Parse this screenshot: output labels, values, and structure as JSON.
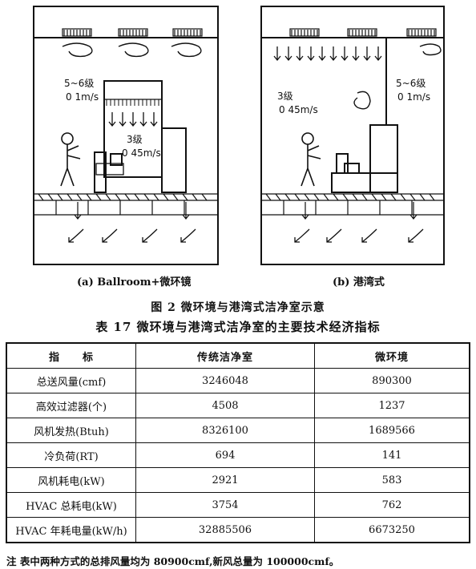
{
  "figure": {
    "panel_a": {
      "zone1_level": "5~6级",
      "zone1_speed": "0 1m/s",
      "zone2_level": "3级",
      "zone2_speed": "0 45m/s",
      "caption": "(a) Ballroom+微环镜"
    },
    "panel_b": {
      "zone1_level": "3级",
      "zone1_speed": "0 45m/s",
      "zone2_level": "5~6级",
      "zone2_speed": "0 1m/s",
      "caption": "(b) 港湾式"
    },
    "caption": "图 2   微环境与港湾式洁净室示意"
  },
  "table": {
    "caption": "表 17   微环境与港湾式洁净室的主要技术经济指标",
    "headers": [
      "指　　标",
      "传统洁净室",
      "微环境"
    ],
    "rows": [
      [
        "总送风量(cmf)",
        "3246048",
        "890300"
      ],
      [
        "高效过滤器(个)",
        "4508",
        "1237"
      ],
      [
        "风机发热(Btuh)",
        "8326100",
        "1689566"
      ],
      [
        "冷负荷(RT)",
        "694",
        "141"
      ],
      [
        "风机耗电(kW)",
        "2921",
        "583"
      ],
      [
        "HVAC 总耗电(kW)",
        "3754",
        "762"
      ],
      [
        "HVAC 年耗电量(kW/h)",
        "32885506",
        "6673250"
      ]
    ]
  },
  "note": "注  表中两种方式的总排风量均为 80900cmf,新风总量为 100000cmf。"
}
